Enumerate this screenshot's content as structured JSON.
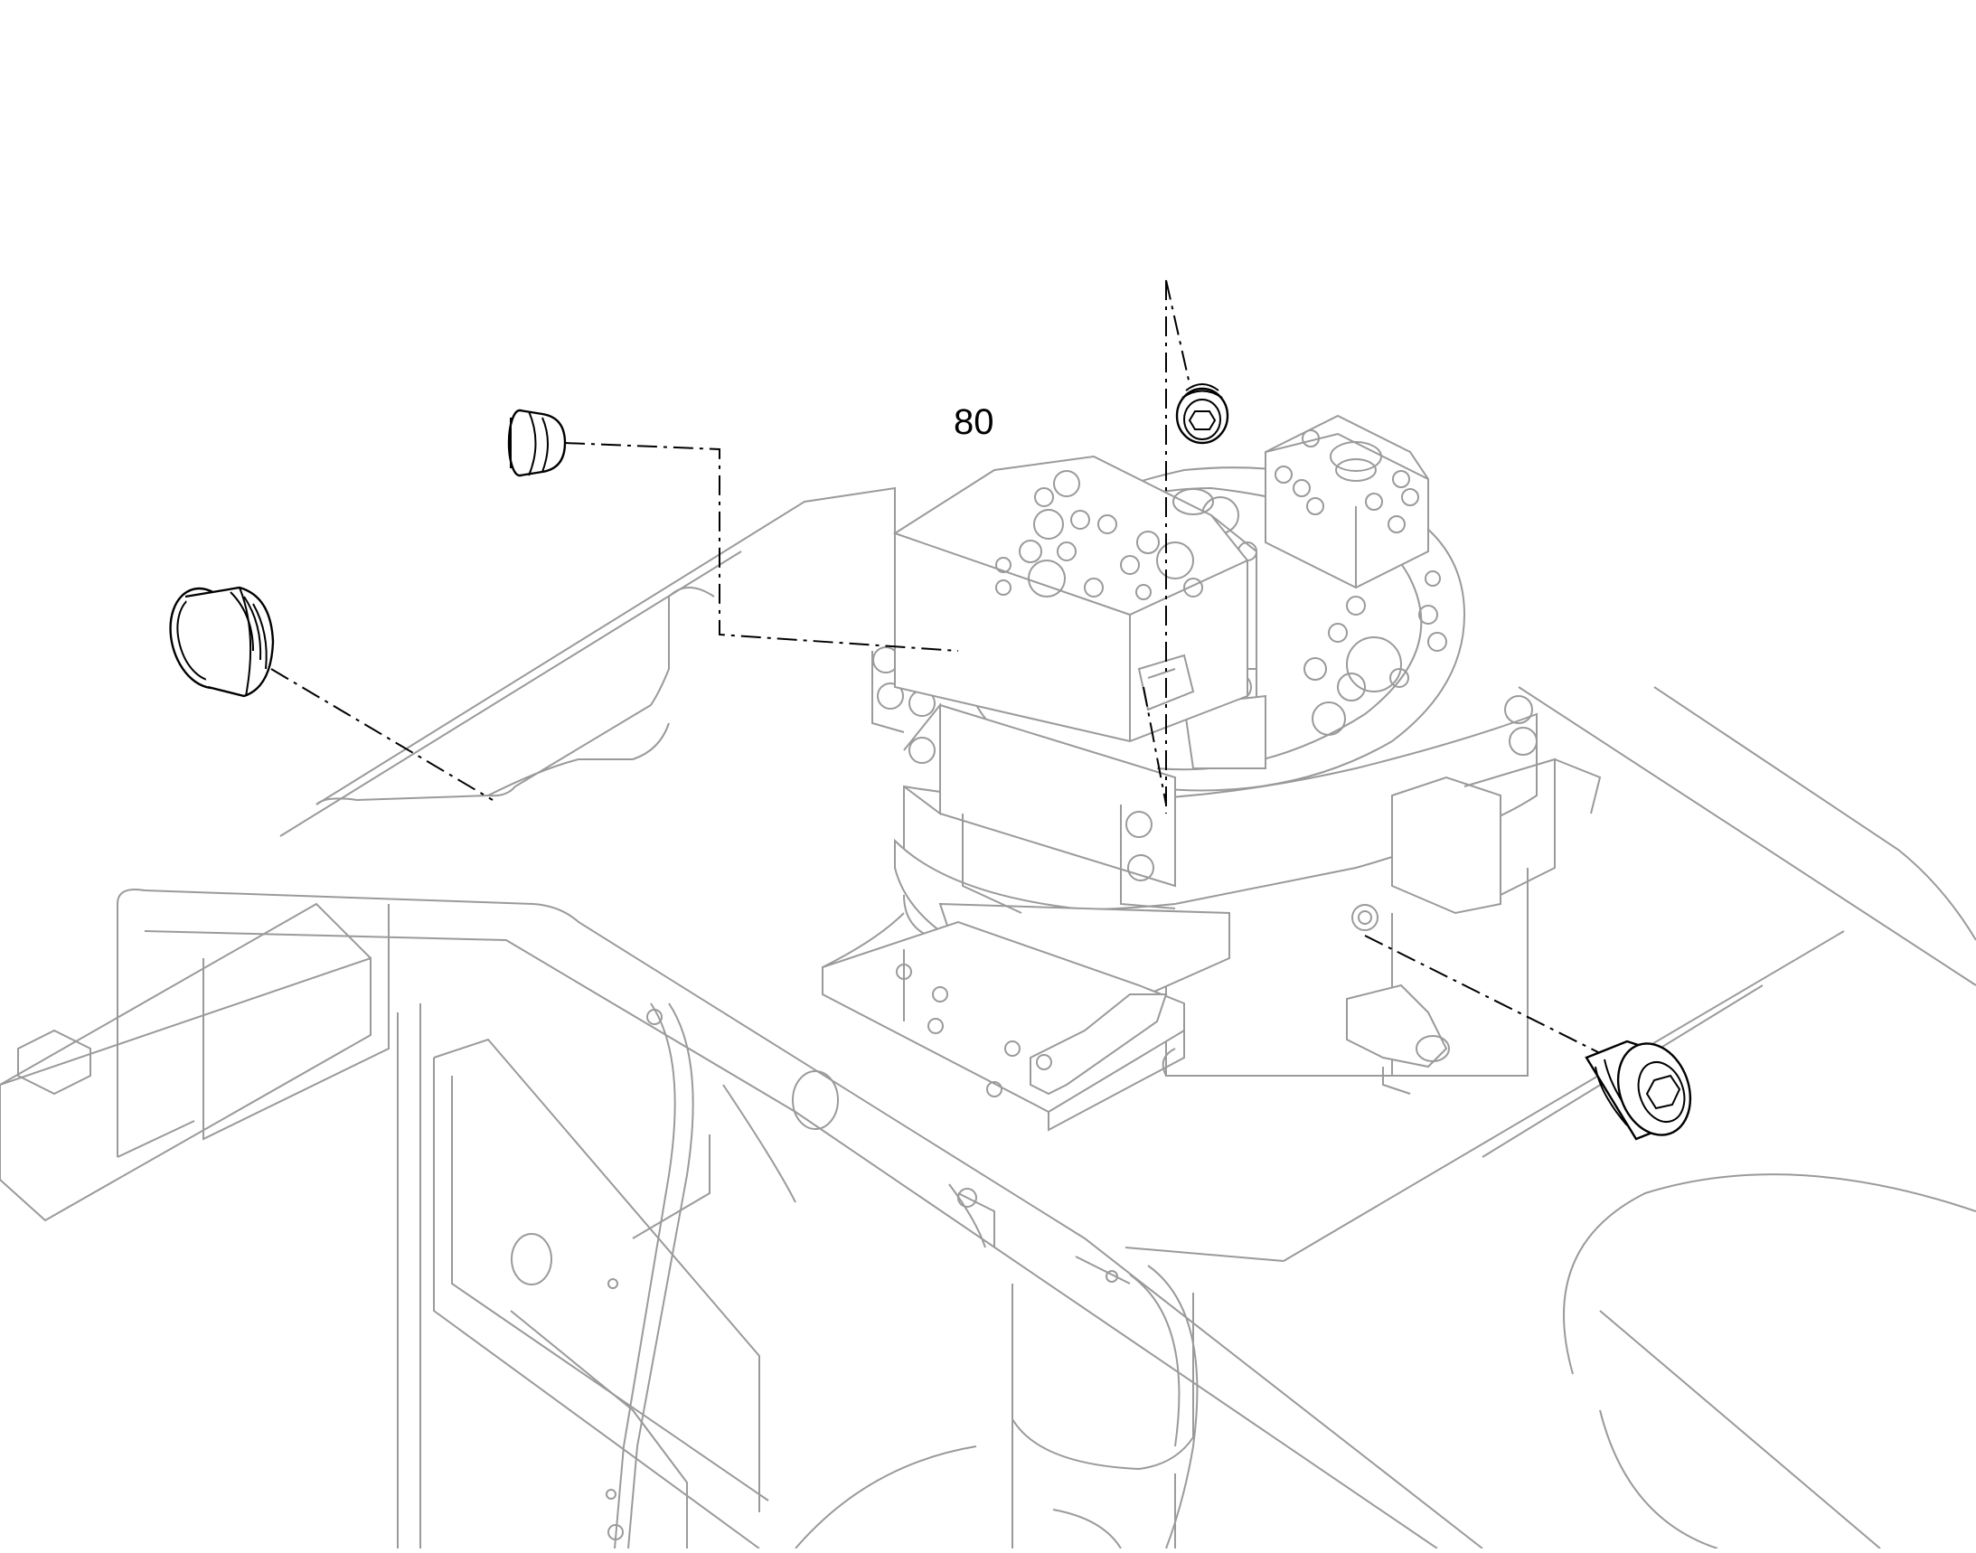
{
  "diagram": {
    "callouts": [
      {
        "id": "80",
        "text": "80"
      }
    ],
    "parts": [
      {
        "name": "plug-left-large"
      },
      {
        "name": "plug-top-left-small"
      },
      {
        "name": "plug-top-center"
      },
      {
        "name": "plug-right-lower"
      }
    ]
  }
}
